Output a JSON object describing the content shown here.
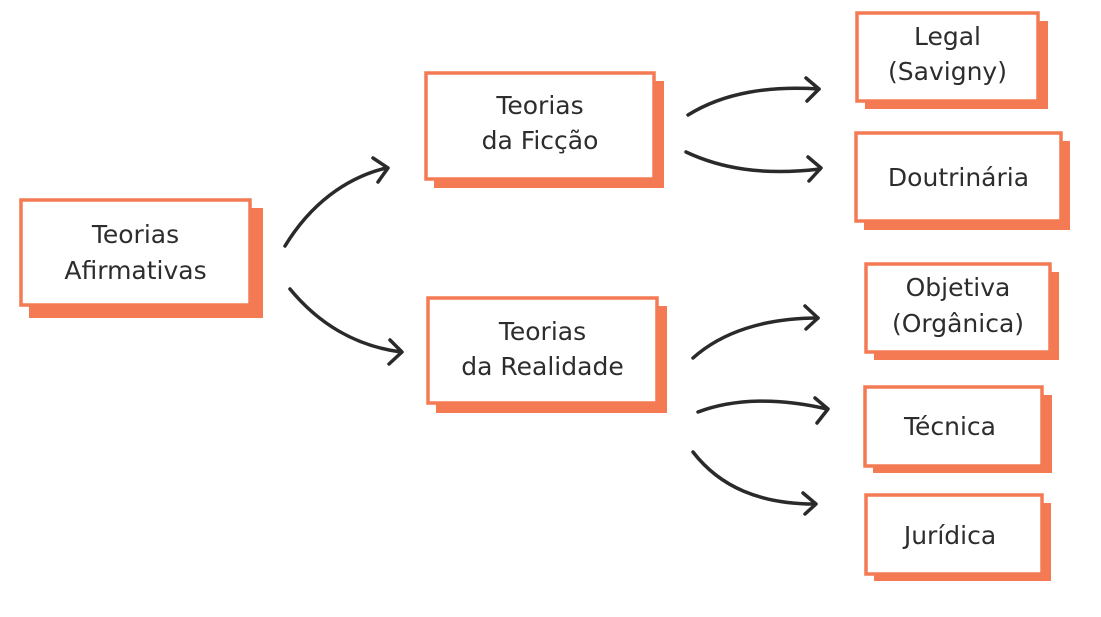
{
  "colors": {
    "box_border": "#f47a54",
    "box_shadow": "#f47a54",
    "text": "#2d2d2d",
    "arrow": "#2a2a2a"
  },
  "nodes": {
    "root": {
      "lines": [
        "Teorias",
        "Afirmativas"
      ]
    },
    "ficcao": {
      "lines": [
        "Teorias",
        "da Ficção"
      ]
    },
    "realidade": {
      "lines": [
        "Teorias",
        "da Realidade"
      ]
    },
    "legal": {
      "lines": [
        "Legal",
        "(Savigny)"
      ]
    },
    "doutrinaria": {
      "lines": [
        "Doutrinária"
      ]
    },
    "objetiva": {
      "lines": [
        "Objetiva",
        "(Orgânica)"
      ]
    },
    "tecnica": {
      "lines": [
        "Técnica"
      ]
    },
    "juridica": {
      "lines": [
        "Jurídica"
      ]
    }
  }
}
